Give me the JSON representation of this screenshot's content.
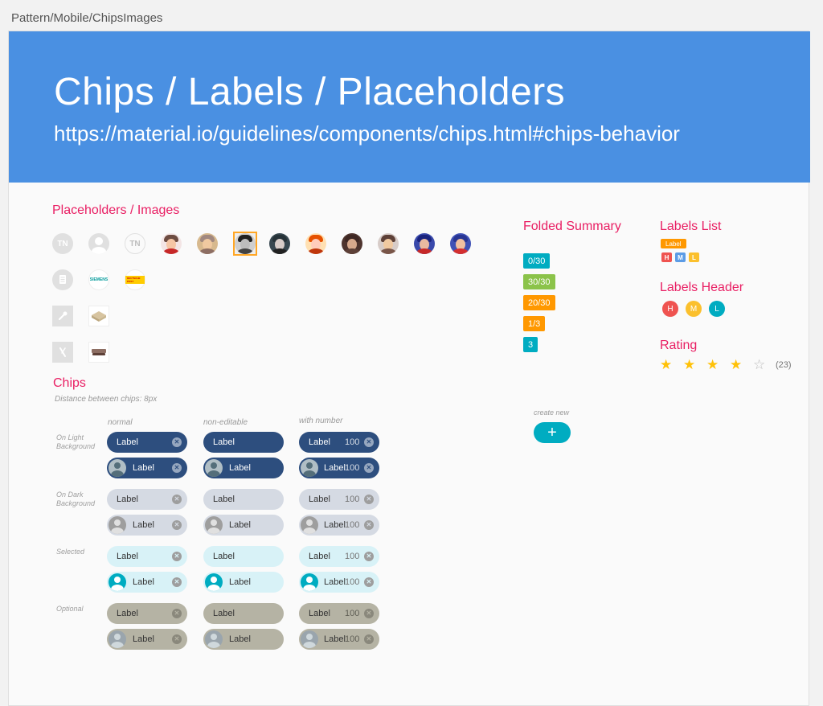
{
  "breadcrumb": "Pattern/Mobile/ChipsImages",
  "header": {
    "title": "Chips / Labels / Placeholders",
    "url": "https://material.io/guidelines/components/chips.html#chips-behavior"
  },
  "placeholders": {
    "title": "Placeholders / Images",
    "initials": "TN",
    "logos": [
      "SIEMENS",
      "DEUTSCHE POST"
    ]
  },
  "chips": {
    "title": "Chips",
    "subtitle": "Distance between chips: 8px",
    "columns": [
      "normal",
      "non-editable",
      "with number"
    ],
    "rows": [
      "On Light Background",
      "On Dark Background",
      "Selected",
      "Optional"
    ],
    "label": "Label",
    "number": "100",
    "close_glyph": "✕"
  },
  "folded_summary": {
    "title": "Folded Summary",
    "badges": [
      {
        "text": "0/30",
        "color": "#00acc1"
      },
      {
        "text": "30/30",
        "color": "#8bc34a"
      },
      {
        "text": "20/30",
        "color": "#ff9800"
      },
      {
        "text": "1/3",
        "color": "#ff9800"
      },
      {
        "text": "3",
        "color": "#00acc1"
      }
    ]
  },
  "labels_list": {
    "title": "Labels List",
    "tag": "Label",
    "items": [
      {
        "text": "H",
        "color": "#ef5350"
      },
      {
        "text": "M",
        "color": "#5c9ce6"
      },
      {
        "text": "L",
        "color": "#fbc02d"
      }
    ]
  },
  "labels_header": {
    "title": "Labels Header",
    "items": [
      {
        "text": "H",
        "color": "#ef5350"
      },
      {
        "text": "M",
        "color": "#fbc02d"
      },
      {
        "text": "L",
        "color": "#00acc1"
      }
    ]
  },
  "rating": {
    "title": "Rating",
    "value": 4,
    "max": 5,
    "count": "(23)",
    "filled_glyph": "★",
    "empty_glyph": "☆"
  },
  "create_new": {
    "label": "create new",
    "glyph": "+"
  },
  "colors": {
    "accent": "#e91e63",
    "hero": "#4a90e2",
    "light_chip": "#2d4e7e",
    "dark_chip": "#d5dae3",
    "selected_chip": "#d8f2f7",
    "optional_chip": "#b5b3a4",
    "teal": "#00acc1"
  }
}
